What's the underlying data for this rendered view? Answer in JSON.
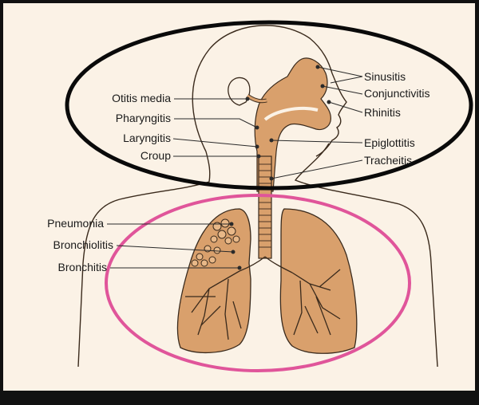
{
  "labels": {
    "otitis_media": "Otitis media",
    "pharyngitis": "Pharyngitis",
    "laryngitis": "Laryngitis",
    "croup": "Croup",
    "sinusitis": "Sinusitis",
    "conjunctivitis": "Conjunctivitis",
    "rhinitis": "Rhinitis",
    "epiglottitis": "Epiglottitis",
    "tracheitis": "Tracheitis",
    "pneumonia": "Pneumonia",
    "bronchiolitis": "Bronchiolitis",
    "bronchitis": "Bronchitis"
  },
  "colors": {
    "paper": "#fbf2e6",
    "tissue": "#d9a06c",
    "outline": "#3a2a1c",
    "upper_ellipse": "#0a0a0a",
    "lower_ellipse": "#e0559a",
    "frame": "#111111"
  }
}
